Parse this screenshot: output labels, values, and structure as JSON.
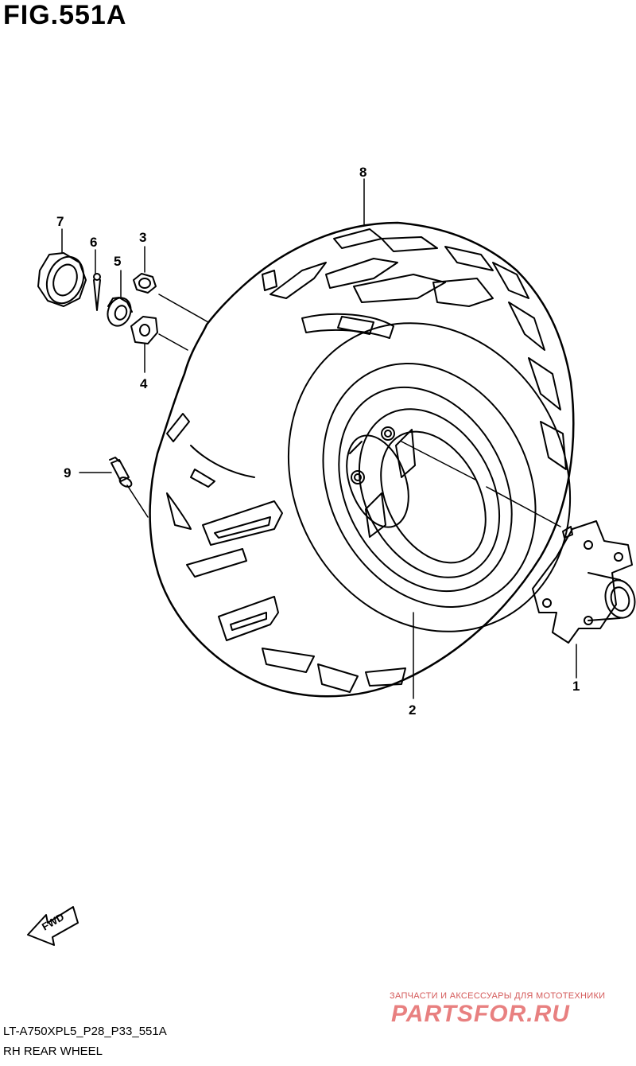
{
  "figure": {
    "title": "FIG.551A"
  },
  "callouts": [
    {
      "id": "1",
      "label": "1",
      "part": "rear-hub"
    },
    {
      "id": "2",
      "label": "2",
      "part": "wheel-rim"
    },
    {
      "id": "3",
      "label": "3",
      "part": "nut"
    },
    {
      "id": "4",
      "label": "4",
      "part": "washer"
    },
    {
      "id": "5",
      "label": "5",
      "part": "castle-nut"
    },
    {
      "id": "6",
      "label": "6",
      "part": "cotter-pin"
    },
    {
      "id": "7",
      "label": "7",
      "part": "cap"
    },
    {
      "id": "8",
      "label": "8",
      "part": "tire"
    },
    {
      "id": "9",
      "label": "9",
      "part": "valve"
    }
  ],
  "fwd_indicator": {
    "label": "FWD"
  },
  "footer": {
    "code": "LT-A750XPL5_P28_P33_551A",
    "caption": "RH REAR WHEEL"
  },
  "watermark": {
    "tagline": "ЗАПЧАСТИ И АКСЕССУАРЫ ДЛЯ МОТОТЕХНИКИ",
    "brand": "PARTSFOR.RU"
  },
  "colors": {
    "line": "#000000",
    "background": "#ffffff",
    "watermark": "#e88080"
  }
}
